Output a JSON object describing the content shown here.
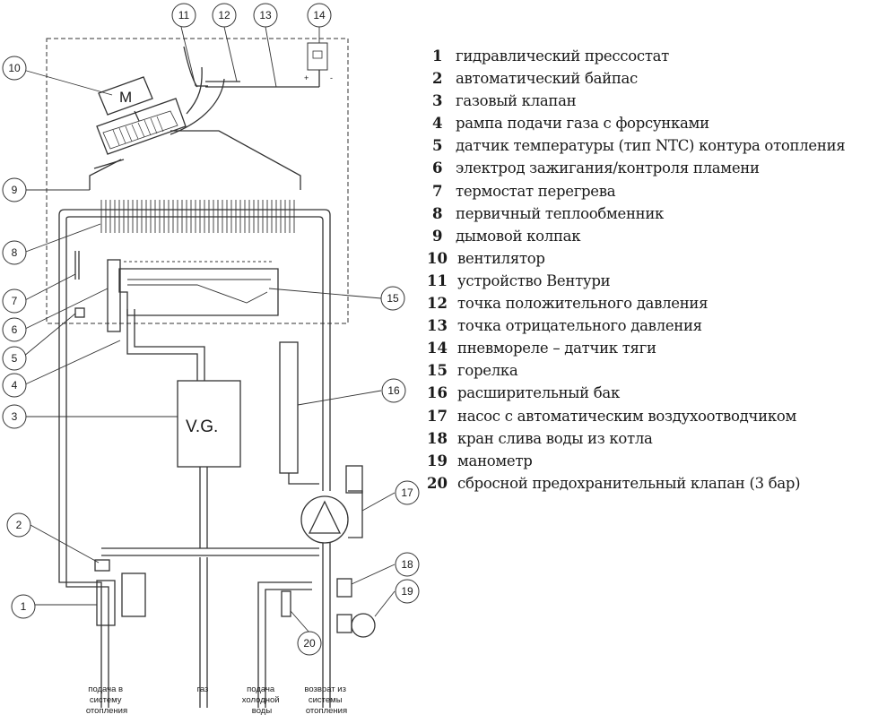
{
  "legend": [
    {
      "num": "1",
      "text": "гидравлический прессостат"
    },
    {
      "num": "2",
      "text": "автоматический байпас"
    },
    {
      "num": "3",
      "text": "газовый клапан"
    },
    {
      "num": "4",
      "text": "рампа подачи газа с форсунками"
    },
    {
      "num": "5",
      "text": "датчик температуры (тип NTC) контура отопления"
    },
    {
      "num": "6",
      "text": "электрод зажигания/контроля пламени"
    },
    {
      "num": "7",
      "text": "термостат перегрева"
    },
    {
      "num": "8",
      "text": "первичный теплообменник"
    },
    {
      "num": "9",
      "text": "дымовой колпак"
    },
    {
      "num": "10",
      "text": "вентилятор"
    },
    {
      "num": "11",
      "text": "устройство Вентури"
    },
    {
      "num": "12",
      "text": "точка положительного давления"
    },
    {
      "num": "13",
      "text": "точка отрицательного давления"
    },
    {
      "num": "14",
      "text": "пневмореле – датчик тяги"
    },
    {
      "num": "15",
      "text": "горелка"
    },
    {
      "num": "16",
      "text": "расширительный бак"
    },
    {
      "num": "17",
      "text": "насос с автоматическим воздухоотводчиком"
    },
    {
      "num": "18",
      "text": "кран слива воды из котла"
    },
    {
      "num": "19",
      "text": "манометр"
    },
    {
      "num": "20",
      "text": "сбросной предохранительный клапан (3 бар)"
    }
  ],
  "callouts": [
    "1",
    "2",
    "3",
    "4",
    "5",
    "6",
    "7",
    "8",
    "9",
    "10",
    "11",
    "12",
    "13",
    "14",
    "15",
    "16",
    "17",
    "18",
    "19",
    "20"
  ],
  "component_labels": {
    "gas_valve": "V.G.",
    "fan_motor": "M",
    "switch_plus": "+",
    "switch_minus": "-"
  },
  "bottom_labels": {
    "heating_supply": [
      "подача в",
      "систему",
      "отопления"
    ],
    "gas": [
      "газ"
    ],
    "cold_water": [
      "подача",
      "холодной",
      "воды"
    ],
    "heating_return": [
      "возврат из",
      "системы",
      "отопления"
    ]
  },
  "colors": {
    "line": "#333333",
    "background": "#ffffff"
  }
}
